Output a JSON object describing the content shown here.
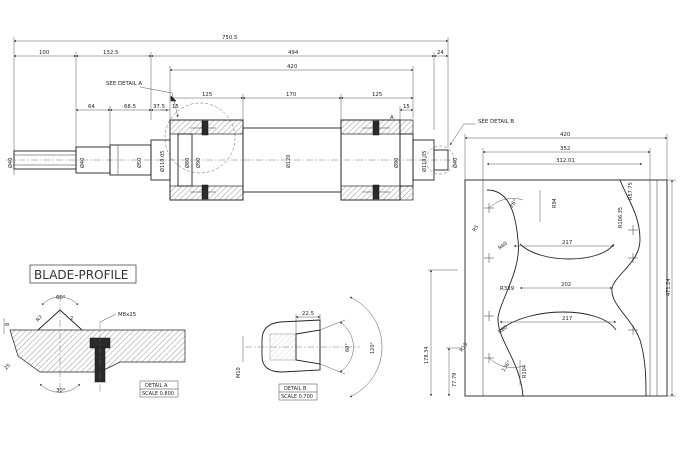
{
  "shaft": {
    "overall_length": "750.5",
    "left_offset": "100",
    "left_step": "132.5",
    "body_length": "494",
    "right_stub": "24",
    "mid_span": "420",
    "left_hub": "125",
    "middle_gap": "170",
    "right_hub": "125",
    "right_step": "15",
    "left_flange": "15",
    "step_a": "64",
    "step_b": "68.5",
    "step_c": "37.5",
    "see_detail_a": "SEE DETAIL A",
    "see_detail_b": "SEE DETAIL B",
    "marker_a": "A",
    "dia_left_end": "Ø40",
    "dia_neck": "Ø40",
    "dia_shoulder": "Ø50",
    "dia_collar": "Ø110.05",
    "dia_hub_inner": "Ø80",
    "dia_hub": "Ø90",
    "dia_body": "Ø120",
    "dia_right_hub": "Ø90",
    "dia_right_collar": "Ø110.05",
    "dia_right_end": "Ø40"
  },
  "blade_profile": {
    "title": "BLADE-PROFILE",
    "angle_top": "60°",
    "angle_bottom": "30°",
    "thread": "M8x25",
    "dim_left": "8",
    "dim_r": "R7",
    "dim_small": "2",
    "dim_edge": "25",
    "detail_label": "DETAIL A",
    "detail_scale": "SCALE 0.800"
  },
  "detail_b": {
    "width": "22.5",
    "angle_inner": "60°",
    "angle_outer": "120°",
    "thread": "M10",
    "detail_label": "DETAIL B",
    "detail_scale": "SCALE 0.700"
  },
  "cam_plate": {
    "width_total": "420",
    "width_inner": "352",
    "width_mid": "312.01",
    "dim_r94": "R94",
    "dim_r_top_left": "R5",
    "dim_angle_top_left": "26°",
    "dim_r_top_right": "R57.75",
    "dim_r_right": "R106.35",
    "dim_r_small": "R60",
    "width_217_top": "217",
    "radius_center": "R339",
    "width_202": "202",
    "width_217_bottom": "217",
    "dim_r_bottom_left": "R60",
    "dim_r_bl2": "R18",
    "dim_angle_bottom": "136°",
    "dim_r104": "R104",
    "height_left_upper": "178.34",
    "height_left_lower": "77.79",
    "height_total": "471.24"
  }
}
